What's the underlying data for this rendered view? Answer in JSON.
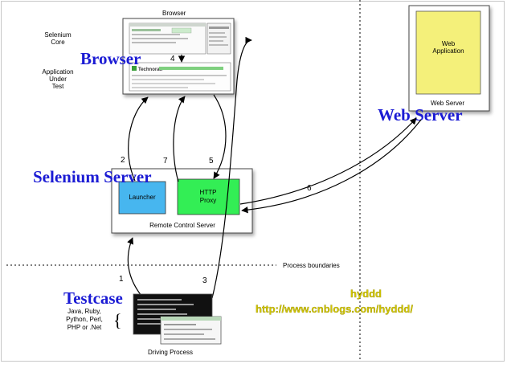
{
  "colors": {
    "heading": "#1b1bd4",
    "launcher": "#47b6ef",
    "proxy": "#33ee55",
    "web_app": "#f4f07a",
    "watermark": "#d4c800"
  },
  "browser_box": {
    "caption": "Browser",
    "heading": "Browser",
    "core_label": [
      "Selenium",
      "Core"
    ],
    "aut_label": [
      "Application",
      "Under",
      "Test"
    ],
    "inner_logo": "Technorati"
  },
  "web_server_box": {
    "heading": "Web Server",
    "caption": "Web Server",
    "app_label": [
      "Web",
      "Application"
    ]
  },
  "selenium_server_box": {
    "heading": "Selenium Server",
    "caption": "Remote Control Server",
    "launcher": "Launcher",
    "proxy": [
      "HTTP",
      "Proxy"
    ]
  },
  "boundary_label": "Process boundaries",
  "testcase": {
    "heading": "Testcase",
    "languages": [
      "Java, Ruby,",
      "Python, Perl,",
      "PHP or .Net"
    ],
    "brace": "{",
    "caption": "Driving Process"
  },
  "arrows": {
    "step_1": "1",
    "step_2": "2",
    "step_3": "3",
    "step_4": "4",
    "step_5": "5",
    "step_6": "6",
    "step_7": "7"
  },
  "watermark": {
    "line1": "hyddd",
    "line2": "http://www.cnblogs.com/hyddd/"
  }
}
